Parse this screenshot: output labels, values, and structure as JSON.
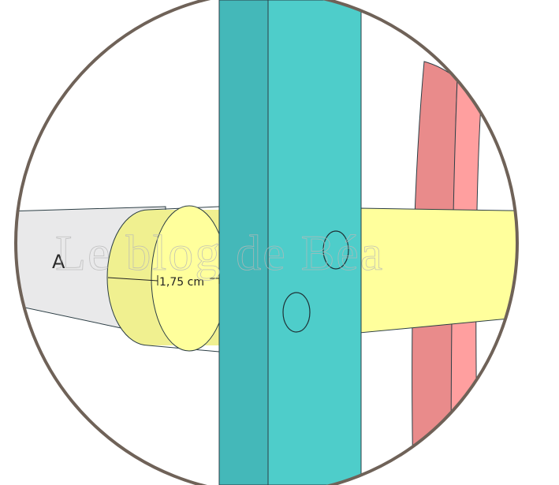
{
  "diagram": {
    "part_label": "A",
    "dimension_label": "1,75 cm",
    "watermark": "Le blog de Béa",
    "colors": {
      "frame": "#6f6258",
      "teal_dark": "#44b8b9",
      "teal_light": "#4ecdca",
      "yellow": "#ffff9c",
      "yellow_face": "#f4f49a",
      "grey_rod": "#e9e9ea",
      "pink_dark": "#e98b8b",
      "pink_light": "#ff9f9f",
      "line": "#2c3e45"
    }
  }
}
